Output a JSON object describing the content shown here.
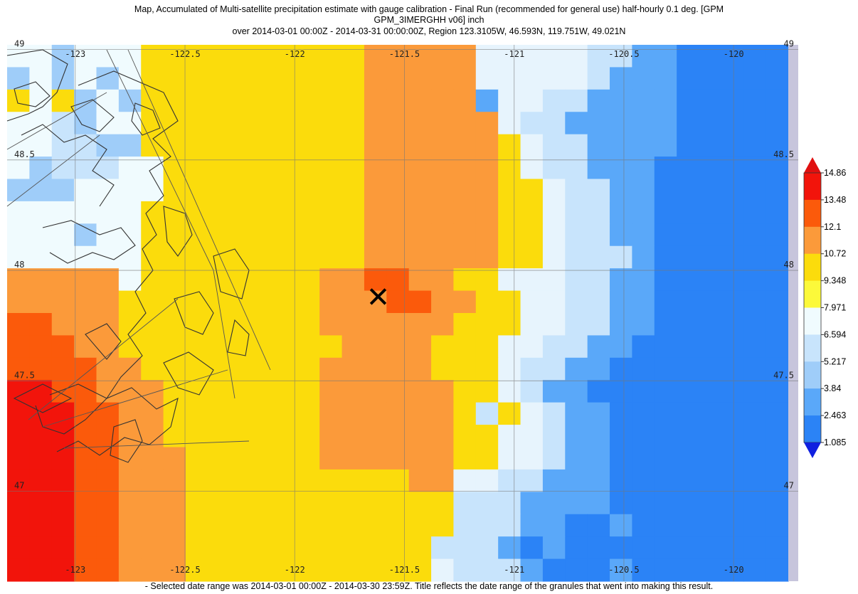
{
  "title": {
    "line1": "Map, Accumulated of Multi-satellite precipitation estimate with gauge calibration - Final Run (recommended for general use) half-hourly 0.1 deg. [GPM",
    "line2": "GPM_3IMERGHH v06] inch",
    "line3": "over 2014-03-01 00:00Z - 2014-03-31 00:00:00Z, Region 123.3105W, 46.593N, 119.751W, 49.021N"
  },
  "lon_labels": [
    "-123",
    "-122.5",
    "-122",
    "-121.5",
    "-121",
    "-120.5",
    "-120"
  ],
  "lat_labels": [
    "49",
    "48.5",
    "48",
    "47.5",
    "47"
  ],
  "map_data": {
    "type": "heatmap",
    "grid_ncols": 35,
    "grid_nrows": 24,
    "cell_codes": [
      "WWVWWWYYYYYYYYYYOOOOOPPPPPCCLLMMMMM",
      "VWVWVWYYYYYYYYYYOOOOOPPPPPCLLLMMMMM",
      "YWYVWVYYYYYYYYYYOOOOOLPPCCLLLLMMMMM",
      "WWCVWWYYYYYYYYYYOOOOOOPCCLLLLLMMMMM",
      "WWCCVVYYYYYYYYYYOOOOOOYPCCLLLLMMMMM",
      "WVCCCWWYYYYYYYYYOOOOOOYPCCLLLMMMMMM",
      "VVVWWWWYYYYYYYYYOOOOOOYYPCCLLMMMMMM",
      "WWWWWWYYYYYYYYYYOOOOOOYYPCCLLMMMMMM",
      "WWWVWWYYYYYYYYYYOOOOOOYYPCCLLMMMMMM",
      "WWWWWWYYYYYYYYYYOOOOOOYYPCCCLMMMMMM",
      "OOOOOWYYYYYYYYOORROOYYPPPCCLLMMMMMM",
      "OOOOOYYYYYYYYYOOORROOYYPPCCLLMMMMMM",
      "RROOOYYYYYYYYYOOOOOOYYYPPCCLLMMMMMM",
      "RRROOYYYYYYYYYYOOOOYYYPPCCLLMMMMMMM",
      "RRRROOYYYYYYYYOOOOOYYYPCCLLMMMMMMMM",
      "DDRROOOYYYYYYYOOOOOOYYPCLLMMMMMMMMM",
      "DDDRROOYYYYYYYOOOOOOYCYPCLLMMMMMMMM",
      "DDDRROOYYYYYYYOOOOOOYYPPCLLMMMMMMMM",
      "DDDRROOOYYYYYYOOOOOOYYPPCLLMMMMMMMM",
      "DDDRROOOYYYYYYYYYYOOPPCCLLLMMMMMMMM",
      "DDDRROOOYYYYYYYYYYYYCCCLLLLMMMMMMMM",
      "DDDRROOOYYYYYYYYYYYYCCCLLMMLMMMMMMM",
      "DDDRROOOYYYYYYYYYYYCCCLMLMMMMMMMMMM",
      "DDDRROOOYYYYYYYYYYYPCCCLMMMLMMMMMMM"
    ],
    "color_key": {
      "D": "#f2140b",
      "R": "#fb5a0b",
      "O": "#fb9a3a",
      "Y": "#fbdc0c",
      "F": "#fcf93a",
      "W": "#f0fbfe",
      "P": "#e7f4fd",
      "C": "#c8e4fc",
      "V": "#9fcdf9",
      "L": "#5aa8f9",
      "M": "#2b83f6"
    },
    "marker": {
      "symbol": "✕",
      "lon": -121.62,
      "lat": 47.88
    },
    "lon_range": [
      -123.3105,
      -119.751
    ],
    "lat_range": [
      46.593,
      49.021
    ]
  },
  "legend": {
    "colors": [
      "#f2140b",
      "#fb5a0b",
      "#fb9a3a",
      "#fbdc0c",
      "#fcf93a",
      "#f0fbfe",
      "#c8e4fc",
      "#9fcdf9",
      "#5aa8f9",
      "#2b83f6"
    ],
    "over_color": "#e01010",
    "under_color": "#1020e0",
    "labels": [
      "14.86",
      "13.48",
      "12.1",
      "10.72",
      "9.348",
      "7.971",
      "6.594",
      "5.217",
      "3.84",
      "2.463",
      "1.085"
    ]
  },
  "footer": "- Selected date range was 2014-03-01 00:00Z - 2014-03-30 23:59Z. Title reflects the date range of the granules that went into making this result."
}
